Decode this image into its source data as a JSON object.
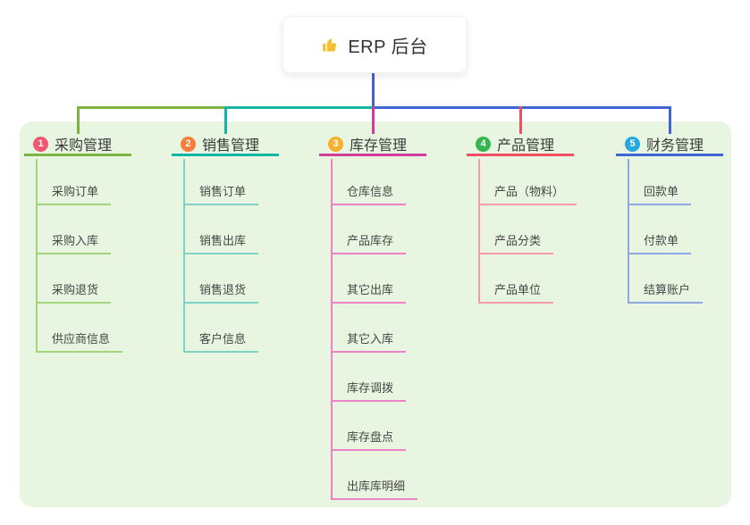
{
  "root": {
    "label": "ERP 后台",
    "icon": "thumbs-up-icon",
    "icon_color": "#f4c02f",
    "connector_color": "#4c5fc5"
  },
  "canvas_color": "#e8f5e1",
  "text_colors": {
    "header": "#3b3b3b",
    "leaf": "#474747",
    "root": "#333333"
  },
  "branches": [
    {
      "number": "1",
      "label": "采购管理",
      "badge_color": "#f4586e",
      "line_color": "#7cb342",
      "child_line_color": "#a3d57e",
      "items": [
        "采购订单",
        "采购入库",
        "采购退货",
        "供应商信息"
      ]
    },
    {
      "number": "2",
      "label": "销售管理",
      "badge_color": "#f87c3a",
      "line_color": "#13b5a5",
      "child_line_color": "#7fd2c6",
      "items": [
        "销售订单",
        "销售出库",
        "销售退货",
        "客户信息"
      ]
    },
    {
      "number": "3",
      "label": "库存管理",
      "badge_color": "#f6b02c",
      "line_color": "#d23c9b",
      "child_line_color": "#ee82c6",
      "items": [
        "仓库信息",
        "产品库存",
        "其它出库",
        "其它入库",
        "库存调拨",
        "库存盘点",
        "出库库明细"
      ]
    },
    {
      "number": "4",
      "label": "产品管理",
      "badge_color": "#36b44d",
      "line_color": "#ef4e63",
      "child_line_color": "#f59aa7",
      "items": [
        "产品（物料）",
        "产品分类",
        "产品单位"
      ]
    },
    {
      "number": "5",
      "label": "财务管理",
      "badge_color": "#27a7e0",
      "line_color": "#3e66d2",
      "child_line_color": "#8fa7e4",
      "items": [
        "回款单",
        "付款单",
        "结算账户"
      ]
    }
  ]
}
